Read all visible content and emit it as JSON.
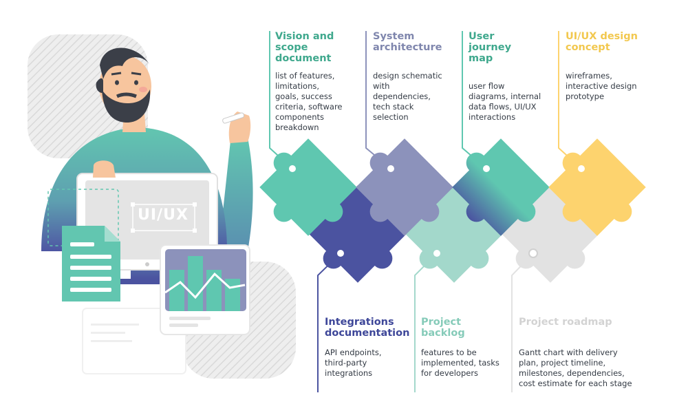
{
  "colors": {
    "green": "#5fc7b0",
    "lavender": "#8c92bb",
    "navy": "#4b53a0",
    "yellow": "#fdd36e",
    "mint": "#a3d8cb",
    "light_gray": "#e2e2e2",
    "title_green": "#3fa88d",
    "title_lavender": "#7f86ad",
    "title_navy": "#3e4799",
    "title_yellow": "#f2c84f",
    "title_mint": "#86cbb9",
    "title_gray": "#d3d3d3"
  },
  "illustration": {
    "screen_label": "UI/UX",
    "icons": [
      "man-with-pen-icon",
      "monitor-icon",
      "document-icon",
      "bar-chart-icon"
    ]
  },
  "stages": [
    {
      "title": "Vision and\nscope\ndocument",
      "desc": "list of features,\nlimitations,\ngoals, success\ncriteria, software\ncomponents\nbreakdown"
    },
    {
      "title": "System\narchitecture",
      "desc": "design schematic\nwith\ndependencies,\ntech stack\nselection"
    },
    {
      "title": "User\njourney\nmap",
      "desc": "user flow\ndiagrams, internal\ndata flows, UI/UX\ninteractions"
    },
    {
      "title": "UI/UX design\nconcept",
      "desc": "wireframes,\ninteractive design\nprototype"
    },
    {
      "title": "Integrations\ndocumentation",
      "desc": "API endpoints,\nthird-party\nintegrations"
    },
    {
      "title": "Project\nbacklog",
      "desc": "features to be\nimplemented, tasks\nfor developers"
    },
    {
      "title": "Project roadmap",
      "desc": "Gantt chart with delivery\nplan, project timeline,\nmilestones, dependencies,\ncost estimate for each stage"
    }
  ]
}
